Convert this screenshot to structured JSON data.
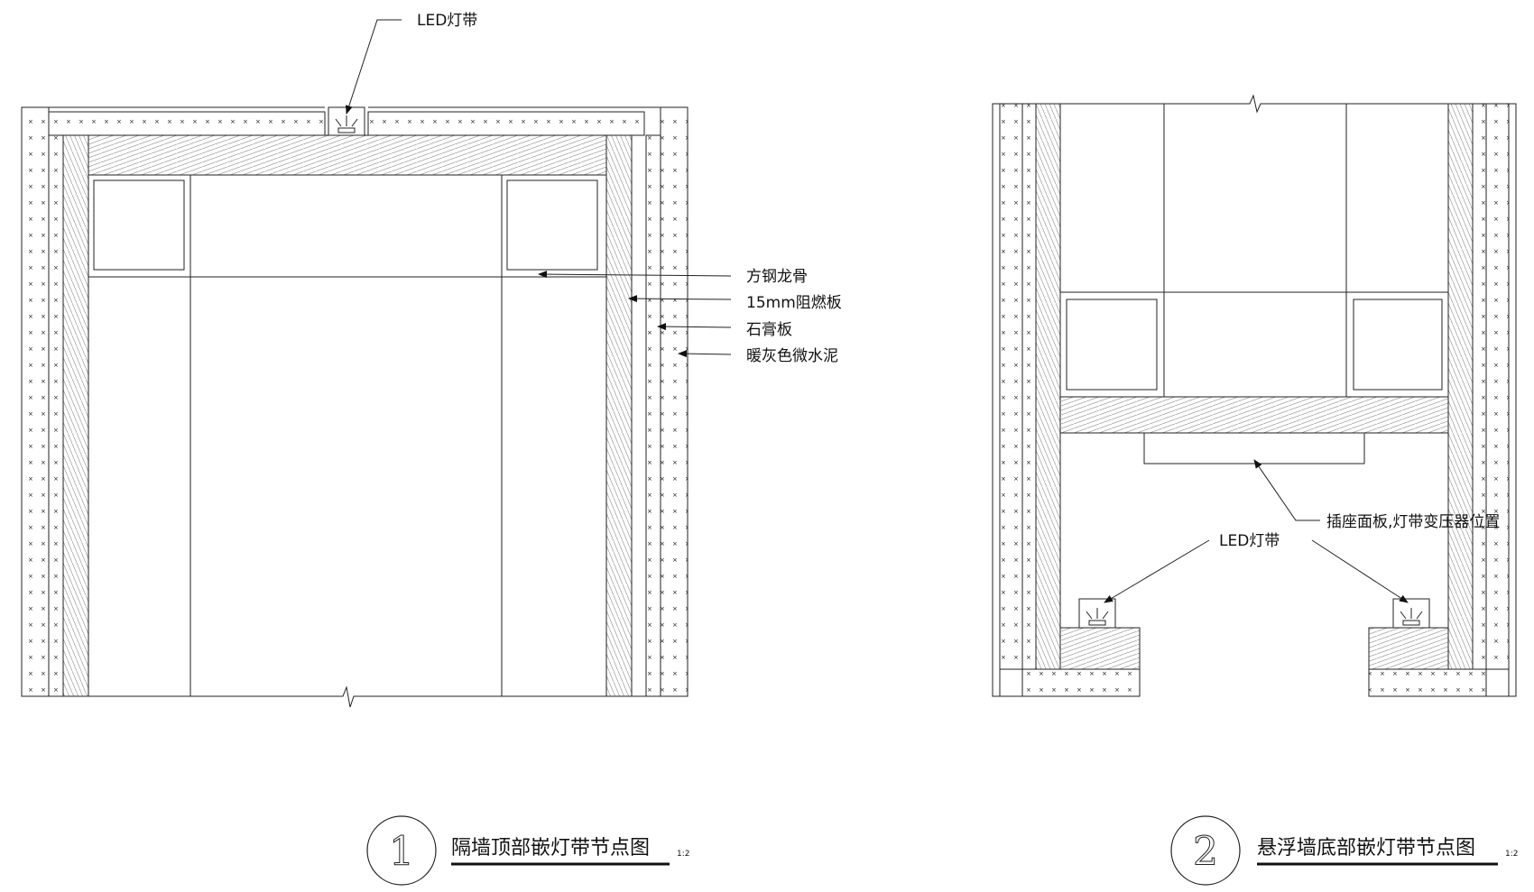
{
  "detail1": {
    "number": "1",
    "title": "隔墙顶部嵌灯带节点图",
    "scale": "1:2",
    "labels": {
      "led": "LED灯带",
      "steel": "方钢龙骨",
      "board15": "15mm阻燃板",
      "gypsum": "石膏板",
      "cement": "暖灰色微水泥"
    }
  },
  "detail2": {
    "number": "2",
    "title": "悬浮墙底部嵌灯带节点图",
    "scale": "1:2",
    "labels": {
      "socket": "插座面板,灯带变压器位置",
      "led": "LED灯带"
    }
  }
}
